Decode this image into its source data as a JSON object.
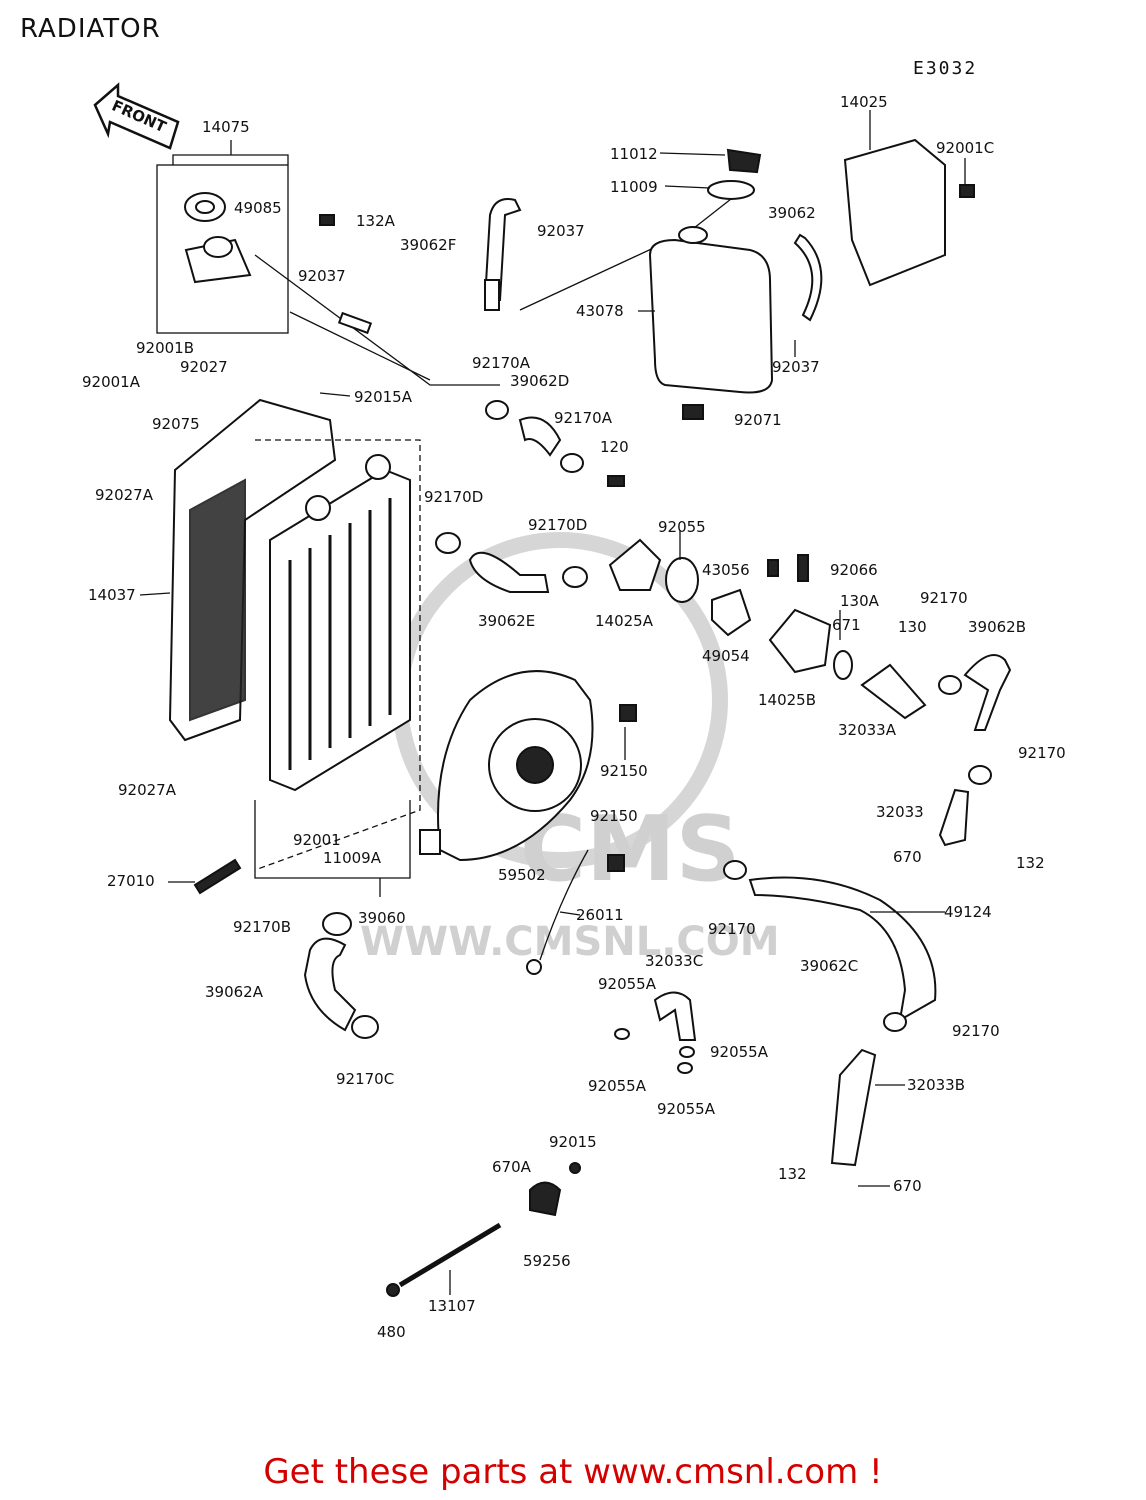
{
  "title": "RADIATOR",
  "diagram_code": "E3032",
  "arrow_label": "FRONT",
  "watermark": {
    "logo_text": "CMS",
    "url_text": "WWW.CMSNL.COM"
  },
  "cta": "Get these parts at www.cmsnl.com !",
  "callouts": [
    {
      "id": "c0",
      "text": "14075"
    },
    {
      "id": "c1",
      "text": "49085"
    },
    {
      "id": "c2",
      "text": "132A"
    },
    {
      "id": "c3",
      "text": "92037"
    },
    {
      "id": "c4",
      "text": "39062F"
    },
    {
      "id": "c5",
      "text": "92037"
    },
    {
      "id": "c6",
      "text": "11012"
    },
    {
      "id": "c7",
      "text": "11009"
    },
    {
      "id": "c8",
      "text": "14025"
    },
    {
      "id": "c9",
      "text": "92001C"
    },
    {
      "id": "c10",
      "text": "39062"
    },
    {
      "id": "c11",
      "text": "43078"
    },
    {
      "id": "c12",
      "text": "92037"
    },
    {
      "id": "c13",
      "text": "92071"
    },
    {
      "id": "c14",
      "text": "92001B"
    },
    {
      "id": "c15",
      "text": "92027"
    },
    {
      "id": "c16",
      "text": "92001A"
    },
    {
      "id": "c17",
      "text": "92015A"
    },
    {
      "id": "c18",
      "text": "92170A"
    },
    {
      "id": "c19",
      "text": "39062D"
    },
    {
      "id": "c20",
      "text": "92170A"
    },
    {
      "id": "c21",
      "text": "92075"
    },
    {
      "id": "c22",
      "text": "92027A"
    },
    {
      "id": "c23",
      "text": "120"
    },
    {
      "id": "c24",
      "text": "92170D"
    },
    {
      "id": "c25",
      "text": "92170D"
    },
    {
      "id": "c26",
      "text": "92055"
    },
    {
      "id": "c27",
      "text": "14037"
    },
    {
      "id": "c28",
      "text": "39062E"
    },
    {
      "id": "c29",
      "text": "14025A"
    },
    {
      "id": "c30",
      "text": "43056"
    },
    {
      "id": "c31",
      "text": "92066"
    },
    {
      "id": "c32",
      "text": "130A"
    },
    {
      "id": "c33",
      "text": "92170"
    },
    {
      "id": "c34",
      "text": "39062B"
    },
    {
      "id": "c35",
      "text": "671"
    },
    {
      "id": "c36",
      "text": "130"
    },
    {
      "id": "c37",
      "text": "49054"
    },
    {
      "id": "c38",
      "text": "14025B"
    },
    {
      "id": "c39",
      "text": "32033A"
    },
    {
      "id": "c40",
      "text": "92170"
    },
    {
      "id": "c41",
      "text": "92150"
    },
    {
      "id": "c42",
      "text": "92027A"
    },
    {
      "id": "c43",
      "text": "32033"
    },
    {
      "id": "c44",
      "text": "92150"
    },
    {
      "id": "c45",
      "text": "92001"
    },
    {
      "id": "c46",
      "text": "11009A"
    },
    {
      "id": "c47",
      "text": "670"
    },
    {
      "id": "c48",
      "text": "132"
    },
    {
      "id": "c49",
      "text": "59502"
    },
    {
      "id": "c50",
      "text": "27010"
    },
    {
      "id": "c51",
      "text": "49124"
    },
    {
      "id": "c52",
      "text": "26011"
    },
    {
      "id": "c53",
      "text": "92170B"
    },
    {
      "id": "c54",
      "text": "39060"
    },
    {
      "id": "c55",
      "text": "92170"
    },
    {
      "id": "c56",
      "text": "39062C"
    },
    {
      "id": "c57",
      "text": "32033C"
    },
    {
      "id": "c58",
      "text": "39062A"
    },
    {
      "id": "c59",
      "text": "92055A"
    },
    {
      "id": "c60",
      "text": "92170"
    },
    {
      "id": "c61",
      "text": "92055A"
    },
    {
      "id": "c62",
      "text": "92170C"
    },
    {
      "id": "c63",
      "text": "92055A"
    },
    {
      "id": "c64",
      "text": "32033B"
    },
    {
      "id": "c65",
      "text": "92055A"
    },
    {
      "id": "c66",
      "text": "92015"
    },
    {
      "id": "c67",
      "text": "132"
    },
    {
      "id": "c68",
      "text": "670A"
    },
    {
      "id": "c69",
      "text": "670"
    },
    {
      "id": "c70",
      "text": "59256"
    },
    {
      "id": "c71",
      "text": "13107"
    },
    {
      "id": "c72",
      "text": "480"
    }
  ]
}
